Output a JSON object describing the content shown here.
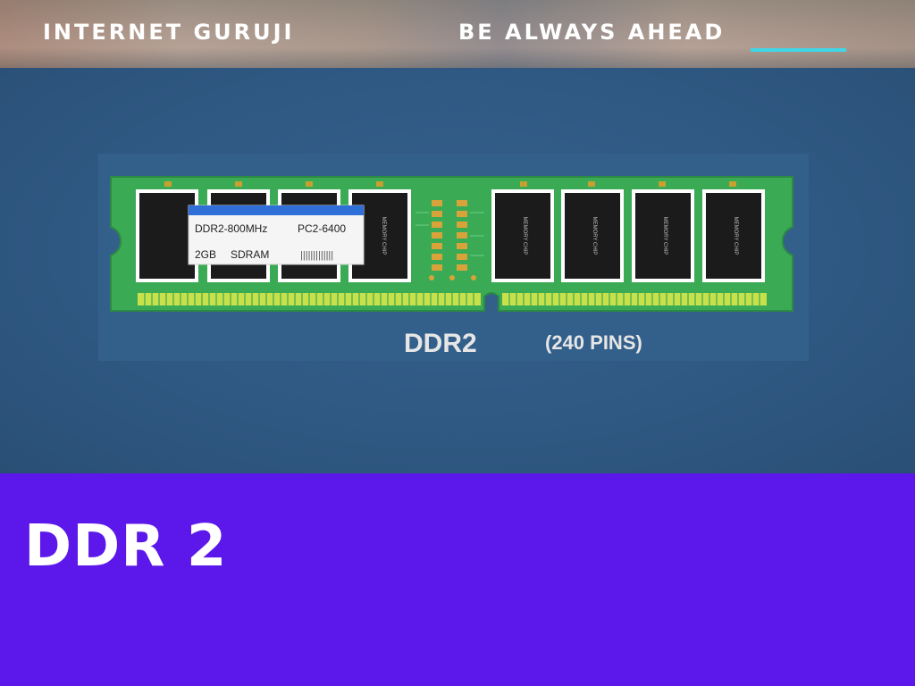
{
  "header": {
    "brand": "INTERNET GURUJI",
    "tagline": "BE ALWAYS AHEAD",
    "accent_color": "#3fd7e8"
  },
  "hero": {
    "module": {
      "label_line1_left": "DDR2-800MHz",
      "label_line1_right": "PC2-6400",
      "label_line2_left": "2GB",
      "label_line2_right": "SDRAM",
      "label_line2_mark": "|||||||||||||",
      "chip_text": "MEMORY CHIP",
      "title": "DDR2",
      "pins": "(240 PINS)",
      "pcb_color": "#3aaa55",
      "pin_color": "#c8e04a",
      "label_stripe_color": "#2f6fd8"
    }
  },
  "footer_band": {
    "headline": "DDR 2",
    "background_color": "#5c17ea"
  }
}
